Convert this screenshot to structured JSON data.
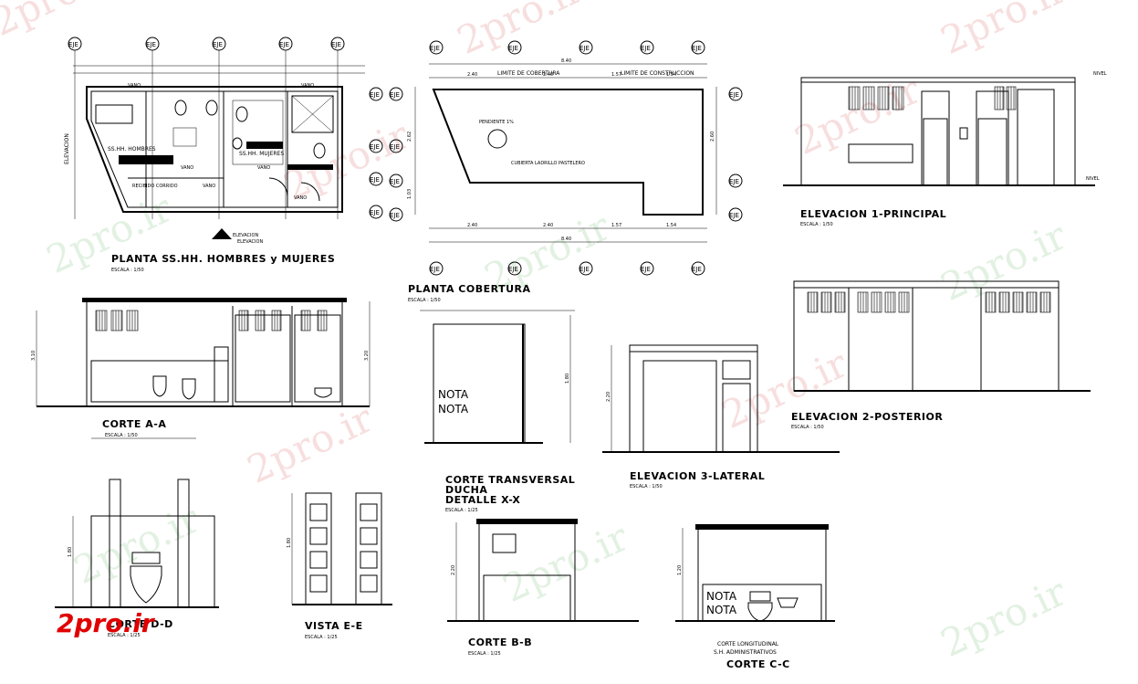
{
  "watermark": {
    "text": "2pro.ir",
    "logo": "2pro.ir"
  },
  "axis_label": "EJE",
  "note_label": "NOTA",
  "planta": {
    "title": "PLANTA SS.HH. HOMBRES y MUJERES",
    "scale": "ESCALA : 1/50",
    "elev_label": "ELEVACION",
    "room1": "SS.HH. HOMBRES",
    "room2": "SS.HH. MUJERES",
    "corridor": "RECIBIDO CORRIDO",
    "vano": "VANO",
    "side_label": "ELEVACION"
  },
  "cobertura": {
    "title": "PLANTA COBERTURA",
    "scale": "ESCALA : 1/50",
    "lim_cob": "LIMITE DE COBERTURA",
    "lim_con": "LIMITE DE CONSTRUCCION",
    "pend": "PENDIENTE 1%",
    "cubierta": "CUBIERTA LADRILLO PASTELERO",
    "dims_top": [
      "2.40",
      "2.40",
      "1.57",
      "1.54"
    ],
    "dims_bot": [
      "2.40",
      "2.40",
      "1.57",
      "1.54"
    ],
    "total": "8.40",
    "side_dims": [
      "2.62",
      "1.03",
      "2.60"
    ]
  },
  "elev1": {
    "title": "ELEVACION 1-PRINCIPAL",
    "scale": "ESCALA : 1/50",
    "nivel": "NIVEL"
  },
  "elev2": {
    "title": "ELEVACION 2-POSTERIOR",
    "scale": "ESCALA : 1/50"
  },
  "elev3": {
    "title": "ELEVACION 3-LATERAL",
    "scale": "ESCALA : 1/50"
  },
  "corteA": {
    "title": "CORTE A-A",
    "scale": "ESCALA : 1/50"
  },
  "corteT": {
    "title1": "CORTE TRANSVERSAL",
    "title2": "DUCHA",
    "title3": "DETALLE X-X",
    "scale": "ESCALA : 1/25"
  },
  "corteD": {
    "title": "CORTE D-D",
    "scale": "ESCALA : 1/25"
  },
  "vistaE": {
    "title": "VISTA E-E",
    "scale": "ESCALA : 1/25"
  },
  "corteB": {
    "title": "CORTE B-B",
    "scale": "ESCALA : 1/25"
  },
  "corteC": {
    "title1": "CORTE LONGITUDINAL",
    "title2": "S.H. ADMINISTRATIVOS",
    "title3": "CORTE C-C"
  },
  "dims": {
    "d1": "3.10",
    "d2": "3.20",
    "d3": "1.80",
    "d4": "2.20",
    "d5": "1.20"
  }
}
